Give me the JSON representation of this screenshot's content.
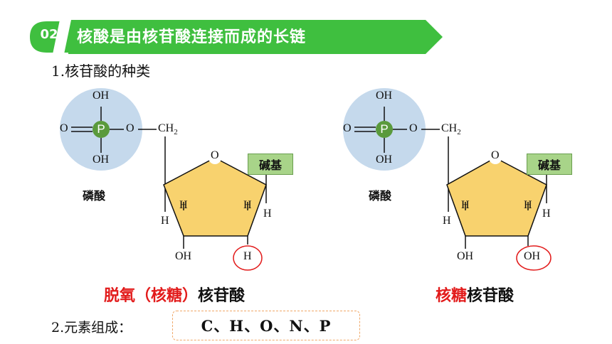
{
  "banner": {
    "badge": "02",
    "title": "核酸是由核苷酸连接而成的长链",
    "color": "#3fbf3f"
  },
  "section1": {
    "title": "1.核苷酸的种类"
  },
  "structure_left": {
    "phosphate_label": "磷酸",
    "phosphate_top": "OH",
    "phosphate_bottom": "OH",
    "phosphate_double": "O",
    "phosphate_p": "P",
    "phosphate_bridge": "O",
    "ch2": "CH",
    "ch2_sub": "2",
    "ring_o": "O",
    "base": "碱基",
    "h_left_up": "H",
    "h_left_down": "H",
    "h_right_up": "H",
    "h_right_out": "H",
    "oh_bottom": "OH",
    "circled": "H",
    "name_red": "脱氧（核糖）",
    "name_black": "核苷酸"
  },
  "structure_right": {
    "phosphate_label": "磷酸",
    "phosphate_top": "OH",
    "phosphate_bottom": "OH",
    "phosphate_double": "O",
    "phosphate_p": "P",
    "phosphate_bridge": "O",
    "ch2": "CH",
    "ch2_sub": "2",
    "ring_o": "O",
    "base": "碱基",
    "h_left_up": "H",
    "h_left_down": "H",
    "h_right_up": "H",
    "h_right_out": "H",
    "oh_bottom": "OH",
    "circled": "OH",
    "name_red": "核糖",
    "name_black": "核苷酸"
  },
  "section2": {
    "label": "2.元素组成：",
    "value": "C、H、O、N、P"
  },
  "colors": {
    "phosphate_circle": "#c5d9ec",
    "p_ball": "#5a9a3c",
    "sugar": "#f8d26e",
    "highlight_red": "#e21b1b",
    "base_box": "#a8d489"
  }
}
